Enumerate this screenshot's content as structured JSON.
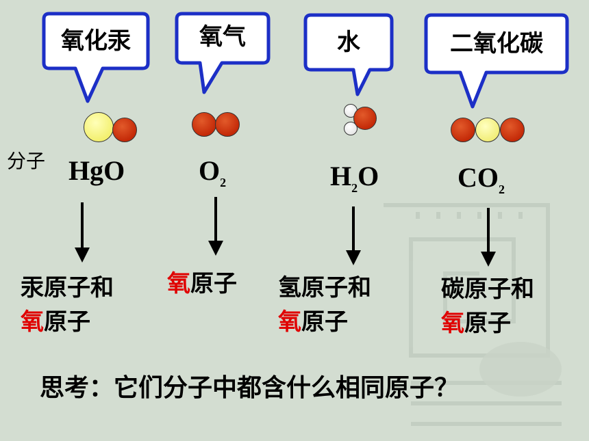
{
  "molecules": [
    {
      "name": "氧化汞",
      "formula_main": "HgO",
      "formula_sub": "",
      "atoms_line1": "汞原子和",
      "atoms_line2_red": "氧",
      "atoms_line2_rest": "原子"
    },
    {
      "name": "氧气",
      "formula_main": "O",
      "formula_sub": "2",
      "atoms_line1_red": "氧",
      "atoms_line1_rest": "原子"
    },
    {
      "name": "水",
      "formula_pre": "H",
      "formula_sub": "2",
      "formula_post": "O",
      "atoms_line1": "氢原子和",
      "atoms_line2_red": "氧",
      "atoms_line2_rest": "原子"
    },
    {
      "name": "二氧化碳",
      "formula_main": "CO",
      "formula_sub": "2",
      "atoms_line1": "碳原子和",
      "atoms_line2_red": "氧",
      "atoms_line2_rest": "原子"
    }
  ],
  "label_molecule": "分子",
  "question": "思考：它们分子中都含什么相同原子？",
  "colors": {
    "oxygen": "#c42a08",
    "mercury": "#f3f070",
    "carbon": "#f2ee7a",
    "hydrogen": "#ffffff",
    "highlight": "#e00000",
    "bubble_border": "#1c2fc6"
  }
}
